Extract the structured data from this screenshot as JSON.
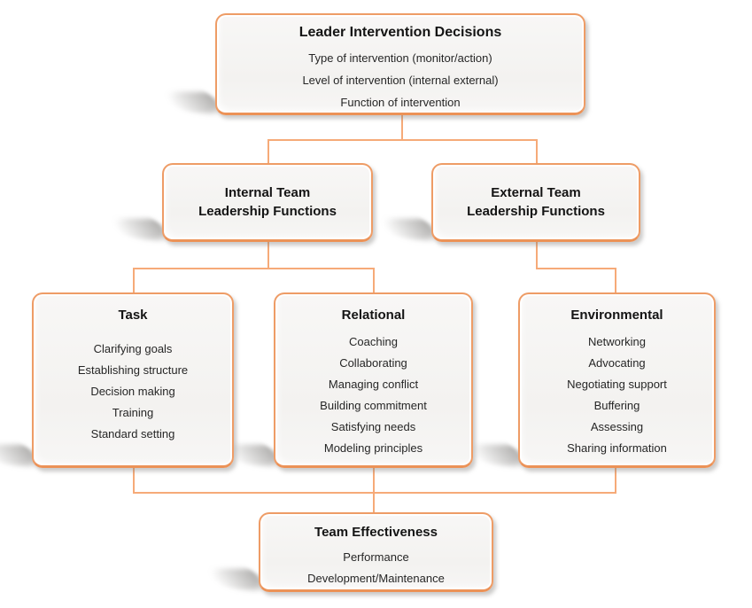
{
  "palette": {
    "box_border": "#ee9c66",
    "box_border_deep": "#ec9257",
    "connector": "#f6aa78",
    "title_text": "#141414",
    "body_text": "#262626"
  },
  "nodes": {
    "leader": {
      "title": "Leader Intervention Decisions",
      "items": [
        "Type of intervention (monitor/action)",
        "Level of intervention (internal external)",
        "Function of intervention"
      ]
    },
    "internal": {
      "title_line1": "Internal Team",
      "title_line2": "Leadership Functions"
    },
    "external": {
      "title_line1": "External Team",
      "title_line2": "Leadership Functions"
    },
    "task": {
      "title": "Task",
      "items": [
        "Clarifying goals",
        "Establishing structure",
        "Decision making",
        "Training",
        "Standard setting"
      ]
    },
    "relational": {
      "title": "Relational",
      "items": [
        "Coaching",
        "Collaborating",
        "Managing conflict",
        "Building commitment",
        "Satisfying needs",
        "Modeling principles"
      ]
    },
    "environmental": {
      "title": "Environmental",
      "items": [
        "Networking",
        "Advocating",
        "Negotiating support",
        "Buffering",
        "Assessing",
        "Sharing information"
      ]
    },
    "team_effectiveness": {
      "title": "Team Effectiveness",
      "items": [
        "Performance",
        "Development/Maintenance"
      ]
    }
  }
}
